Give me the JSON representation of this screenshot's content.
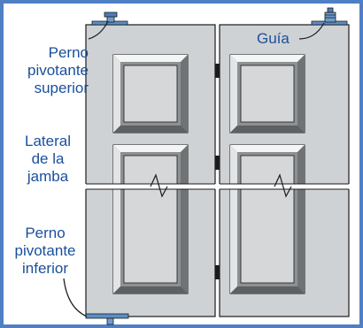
{
  "labels": {
    "top_pivot": [
      "Perno",
      "pivotante",
      "superior"
    ],
    "jamb_side": [
      "Lateral",
      "de la",
      "jamba"
    ],
    "bottom_pivot": [
      "Perno",
      "pivotante",
      "inferior"
    ],
    "guide": "Guía"
  },
  "colors": {
    "frame": "#4f7fc4",
    "background": "#ffffff",
    "door_fill": "#cfd2d4",
    "panel_light": "#e9ebec",
    "panel_dark": "#8d9194",
    "outline": "#1b1b1b",
    "label_text": "#1a4f9c",
    "hardware": "#5a8fc7"
  },
  "icons": [
    "top-pivot-pin-icon",
    "bottom-pivot-pin-icon",
    "guide-pin-icon",
    "hinge-icon",
    "break-mark-icon"
  ]
}
